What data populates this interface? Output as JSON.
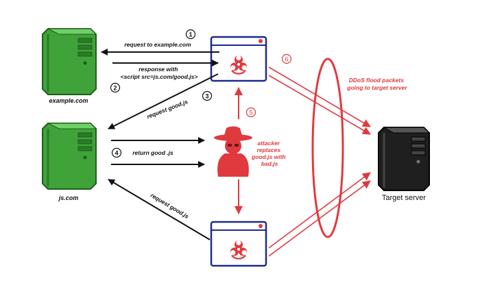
{
  "nodes": {
    "example_server": {
      "label": "example.com",
      "color": "#3fa33a"
    },
    "js_server": {
      "label": "js.com",
      "color": "#3fa33a"
    },
    "target_server": {
      "label": "Target server",
      "color": "#1f1f1f"
    },
    "attacker": {
      "label_lines": [
        "attacker",
        "replaces",
        "good.js with",
        "bad.js"
      ],
      "color": "#e0393e"
    }
  },
  "steps": [
    {
      "num": "1",
      "text": "request to example.com"
    },
    {
      "num": "2",
      "text_lines": [
        "response with",
        "<script src=js.com/good.js>"
      ]
    },
    {
      "num": "3",
      "text": "request  good.js"
    },
    {
      "num": "4",
      "text": "return good .js"
    },
    {
      "num": "5"
    },
    {
      "num": "6"
    }
  ],
  "bottom_request": {
    "text": "request  good.js"
  },
  "ddos": {
    "text_lines": [
      "DDoS flood packets",
      "going to target server"
    ]
  },
  "colors": {
    "attack": "#e0393e",
    "browser_border": "#1b2a8c",
    "normal_arrow": "#111111"
  }
}
